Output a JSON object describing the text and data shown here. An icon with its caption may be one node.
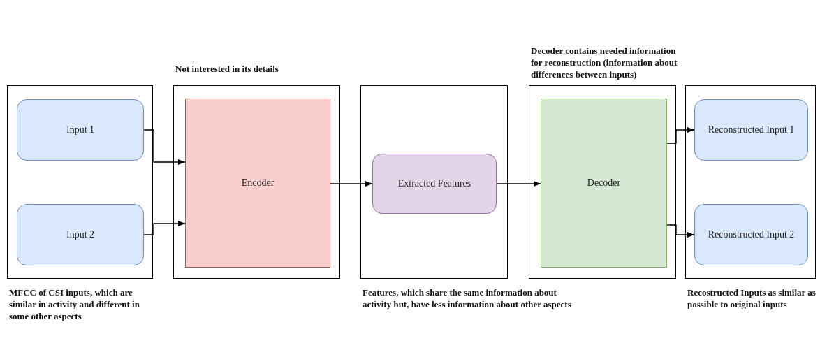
{
  "diagram": {
    "nodes": [
      {
        "text": [],
        "shape": "box",
        "beside": [
          "MFCC of CSI inputs, which are similar in activity and different in some other aspects"
        ]
      },
      {
        "text": [
          "Input 1"
        ],
        "in": 0
      },
      {
        "text": [
          "Input 2"
        ],
        "in": 0
      },
      {
        "text": [],
        "shape": "box",
        "beside": [
          "Not interested in its details"
        ]
      },
      {
        "text": [
          "Encoder"
        ],
        "in": 3
      },
      {
        "text": [],
        "shape": "box",
        "beside": [
          "Features, which share the same information about activity but, have less information about other aspects"
        ]
      },
      {
        "text": [
          "Extracted Features"
        ],
        "in": 5
      },
      {
        "text": [],
        "shape": "box",
        "beside": [
          "Decoder contains needed information for reconstruction (information about differences between inputs)"
        ]
      },
      {
        "text": [
          "Decoder"
        ],
        "in": 7
      },
      {
        "text": [],
        "shape": "box",
        "beside": [
          "Recostructed Inputs as similar as possible to original inputs"
        ]
      },
      {
        "text": [
          "Reconstructed Input 1"
        ],
        "in": 9
      },
      {
        "text": [
          "Reconstructed Input 2"
        ],
        "in": 9
      }
    ],
    "edges": [
      {
        "from": 1,
        "to": 4,
        "arrow": "to"
      },
      {
        "from": 2,
        "to": 4,
        "arrow": "to"
      },
      {
        "from": 4,
        "to": 6,
        "arrow": "to"
      },
      {
        "from": 6,
        "to": 8,
        "arrow": "to"
      },
      {
        "from": 8,
        "to": 10,
        "arrow": "to"
      },
      {
        "from": 8,
        "to": 11,
        "arrow": "to"
      }
    ]
  }
}
